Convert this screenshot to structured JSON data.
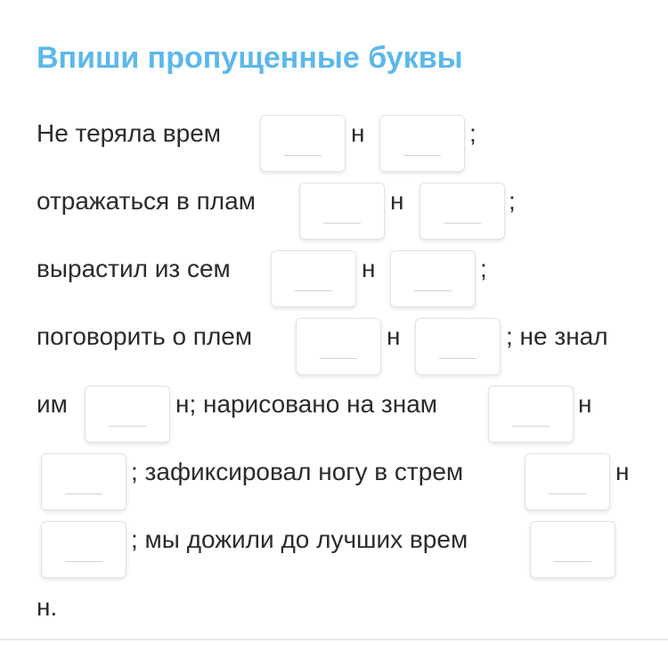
{
  "exercise": {
    "title": "Впиши пропущенные буквы",
    "segments": [
      "Не теряла врем",
      "н",
      ";",
      "отражаться в плам",
      "н",
      ";",
      "вырастил из сем",
      "н",
      ";",
      "поговорить о плем",
      "н",
      "; не знал",
      "им",
      "н; нарисовано на знам",
      "н",
      "; зафиксировал ногу в стрем",
      "н",
      "; мы дожили до лучших врем",
      "н."
    ]
  }
}
